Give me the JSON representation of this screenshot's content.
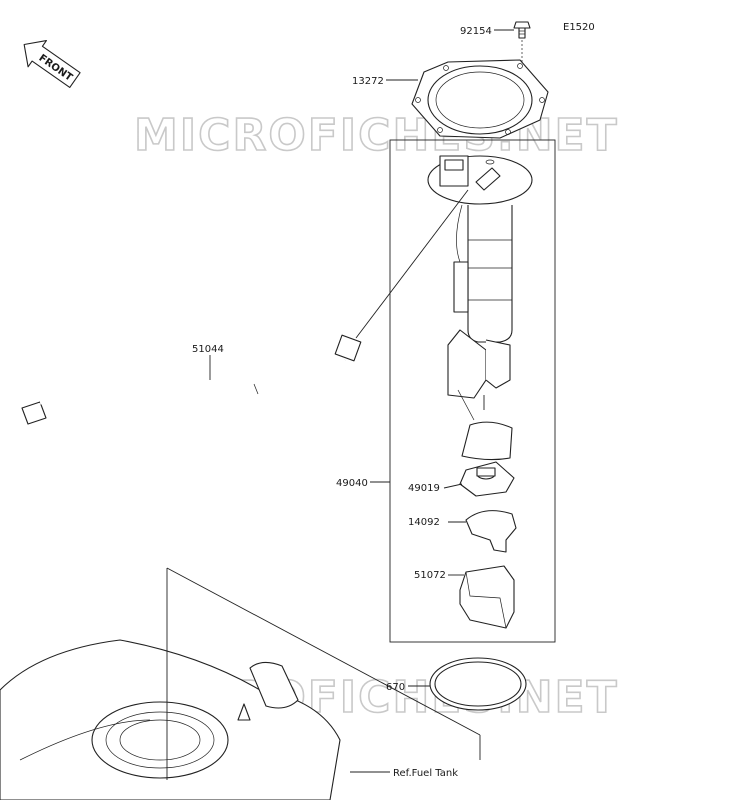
{
  "diagram_code": "E1520",
  "front_label": "FRONT",
  "watermark_text": "MICROFICHES.NET",
  "parts": {
    "screw": "92154",
    "plate": "13272",
    "hose": "51044",
    "pump_assy": "49040",
    "filter": "49019",
    "bracket": "14092",
    "cover": "51072",
    "gasket": "670"
  },
  "reference": "Ref.Fuel Tank",
  "colors": {
    "line": "#222222",
    "watermark_outline": "#c9c9c9",
    "background": "#ffffff"
  }
}
